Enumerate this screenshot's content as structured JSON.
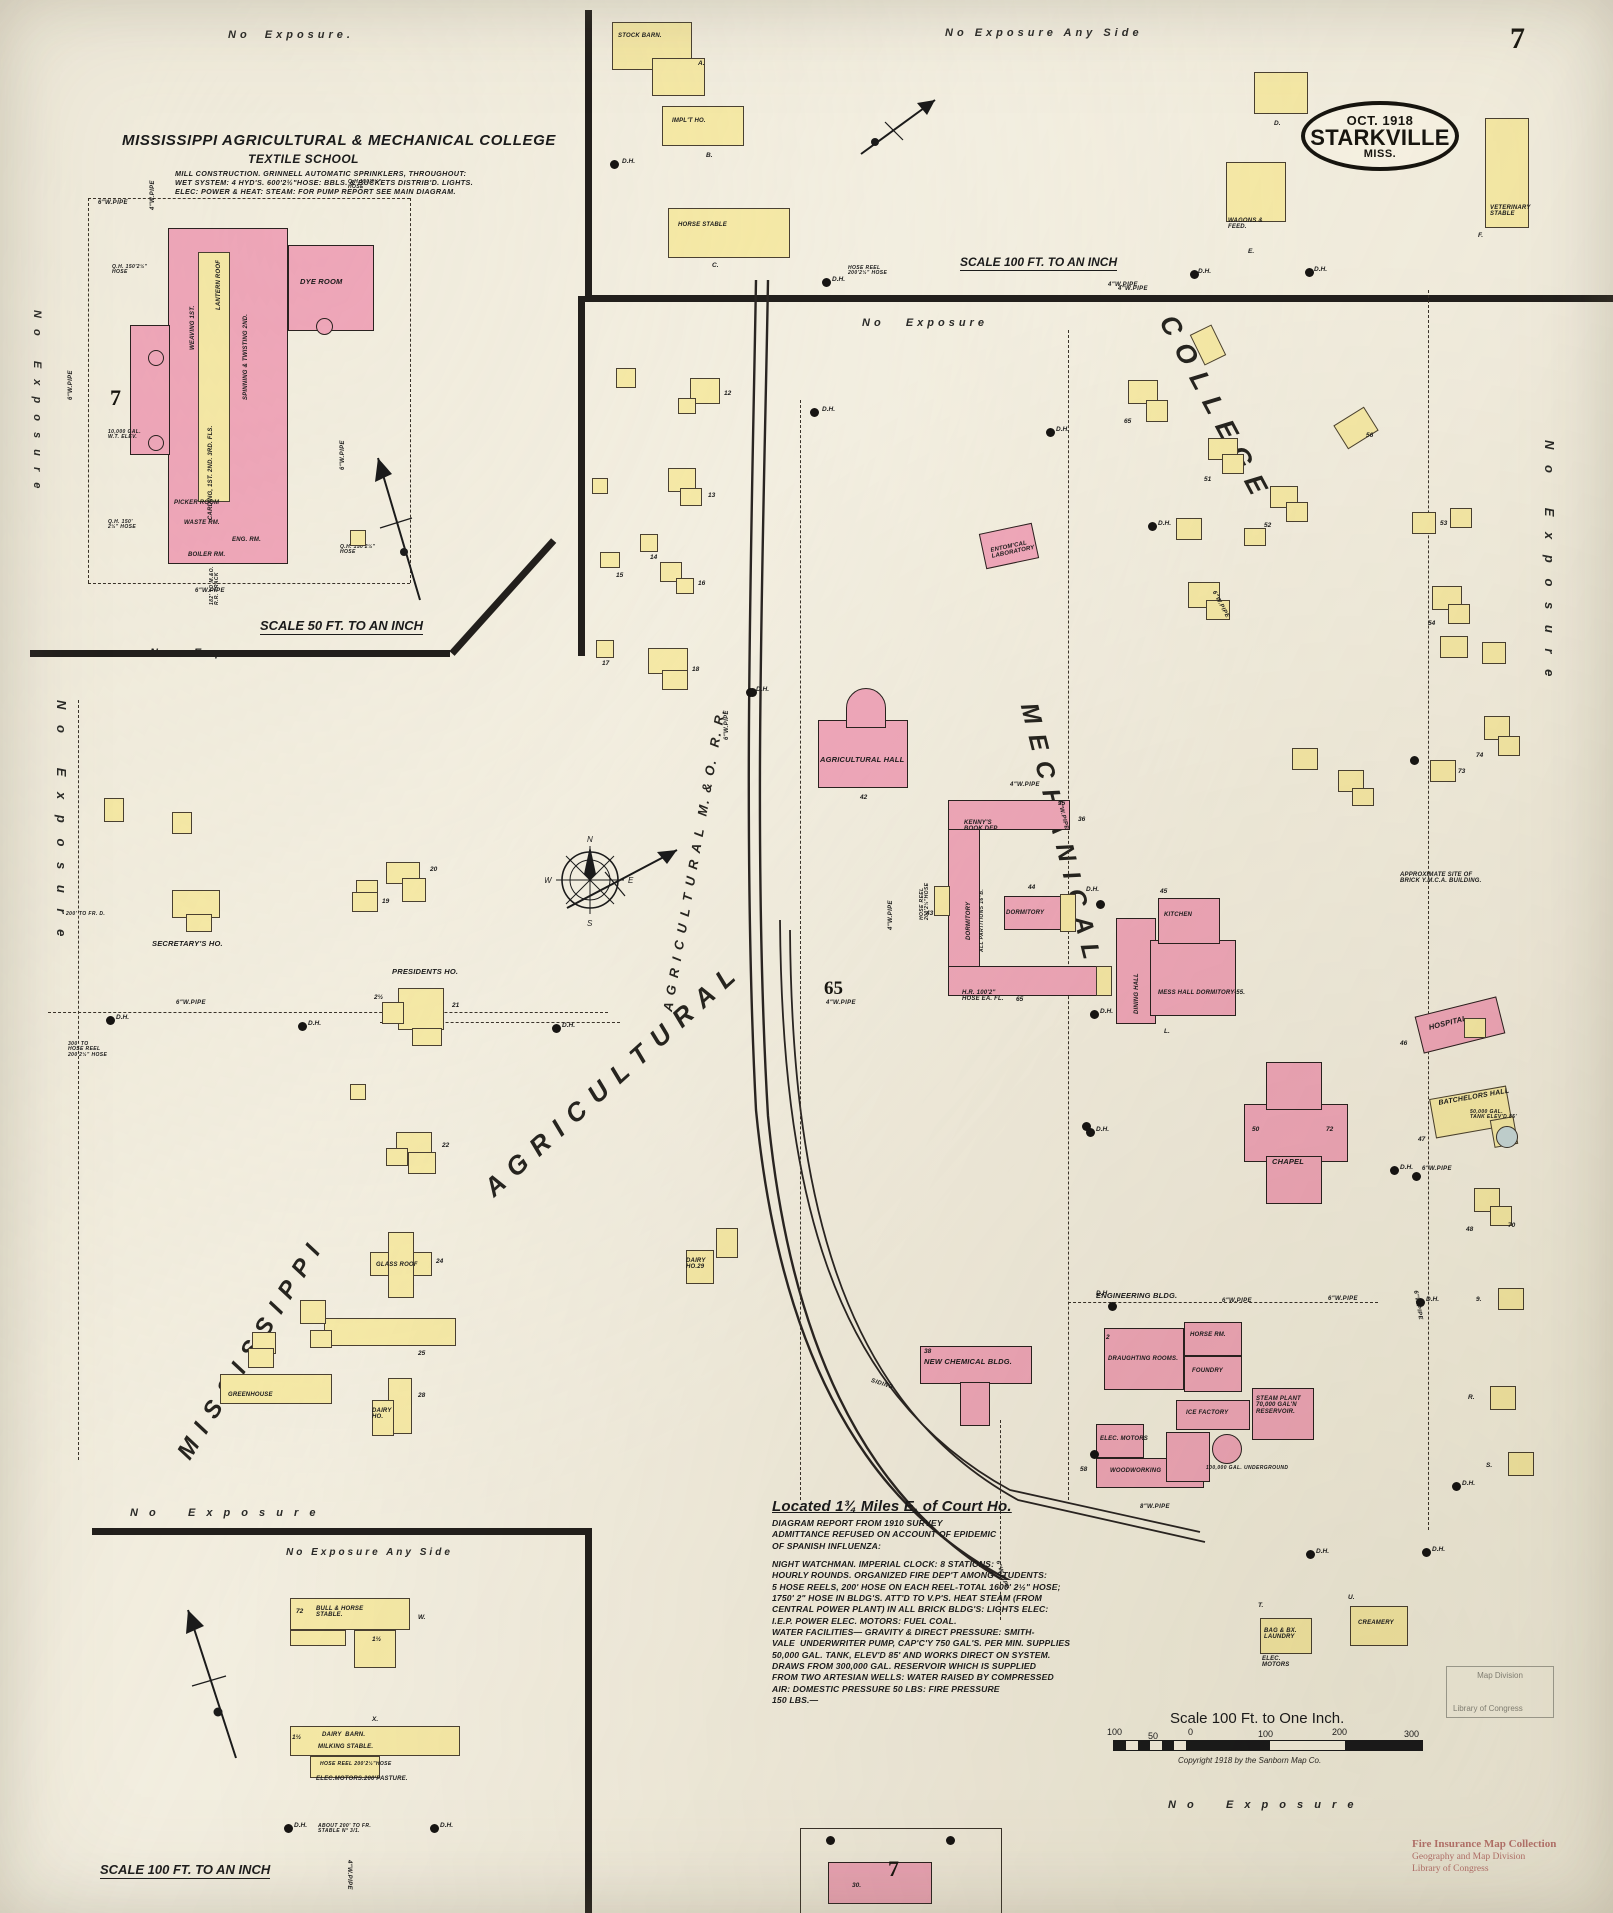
{
  "sheet": {
    "number": "7",
    "number_inset_textile": "7",
    "number_bottom": "7",
    "paper_color": "#f3efe2",
    "pink_color": "#f0a8bc",
    "yellow_color": "#f6eaa8",
    "ink_color": "#1b1b1b"
  },
  "cartouche": {
    "date": "OCT. 1918",
    "city": "STARKVILLE",
    "state": "MISS."
  },
  "textile_inset": {
    "title": "MISSISSIPPI AGRICULTURAL & MECHANICAL COLLEGE",
    "subtitle": "TEXTILE SCHOOL",
    "notes": [
      "MILL CONSTRUCTION. GRINNELL AUTOMATIC SPRINKLERS, THROUGHOUT:",
      "WET SYSTEM: 4 HYD'S. 600'2½\"HOSE: BBLS. & BUCKETS DISTRIB'D. LIGHTS.",
      "ELEC: POWER & HEAT: STEAM: FOR PUMP REPORT SEE MAIN DIAGRAM."
    ],
    "scale": "SCALE 50 FT. TO AN INCH",
    "rooms": [
      "DYE ROOM",
      "LANTERN ROOF",
      "WEAVING 1ST.",
      "SPINNING & TWISTING 2ND.",
      "CARDING, 1ST. 2ND. 3RD. FLS.",
      "PICKER ROOM",
      "WASTE RM.",
      "ENG. RM.",
      "BOILER RM."
    ],
    "annotations": [
      "4\"W.PIPE",
      "6\"W.PIPE",
      "6\"W.PIPE",
      "6\"W.PIPE",
      "6\"W.PIPE",
      "Q.H. 150'2½\" HOSE",
      "Q.H. 150'2½\" HOSE",
      "Q.H. 150'2½\" HOSE",
      "10,000 GAL. W.T. ELEV.",
      "182' TO M.&O. R.R. TRACK"
    ],
    "exposure_top": "No  Exposure.",
    "exposure_bottom": "No   Exposure"
  },
  "top_inset": {
    "scale": "SCALE 100 FT. TO AN INCH",
    "exposure": "No Exposure Any Side",
    "buildings": [
      {
        "label": "STOCK BARN.",
        "key": "A."
      },
      {
        "label": "IMPL'T HO.",
        "key": "B."
      },
      {
        "label": "HORSE STABLE",
        "key": "C."
      },
      {
        "label": "WAGONS & FEED.",
        "key": "E."
      },
      {
        "label": "VETERINARY STABLE",
        "key": "F."
      },
      {
        "label": "D.",
        "key": "D."
      }
    ],
    "annotations": [
      "D.H.",
      "D.H.",
      "D.H.",
      "D.H.",
      "HOSE REEL 200'2½\" HOSE",
      "4\"W.PIPE"
    ]
  },
  "dairy_inset": {
    "scale": "SCALE 100 FT. TO AN INCH",
    "exposure_top": "No    Exposure",
    "exposure_sub": "No Exposure Any Side",
    "buildings": [
      {
        "label": "BULL & HORSE STABLE.",
        "key": "W."
      },
      {
        "label": "DAIRY BARN.",
        "key": "X."
      },
      {
        "label": "MILKING STABLE.",
        "key": ""
      },
      {
        "label": "ELEC. MOTORS. 200' PASTURE.",
        "key": ""
      }
    ],
    "annotations": [
      "HOSE REEL 200'2½\"HOSE",
      "ABOUT 200' TO FR. STABLE N° 3/1.",
      "D.H.",
      "D.H."
    ]
  },
  "report": {
    "heading": "Located 1¾ Miles E. of Court Ho.",
    "lines": [
      "DIAGRAM REPORT FROM 1910 SURVEY",
      "ADMITTANCE REFUSED ON ACCOUNT OF EPIDEMIC",
      "OF SPANISH INFLUENZA:",
      "",
      "NIGHT WATCHMAN. IMPERIAL CLOCK: 8 STATIONS:",
      "HOURLY ROUNDS. ORGANIZED FIRE DEP'T AMONG STUDENTS:",
      "5 HOSE REELS, 200' HOSE ON EACH REEL-TOTAL 1600' 2½\" HOSE;",
      "1750' 2\" HOSE IN BLDG'S. ATT'D TO V.P'S. HEAT STEAM (FROM",
      "CENTRAL POWER PLANT) IN ALL BRICK BLDG'S: LIGHTS ELEC:",
      "I.E.P. POWER ELEC. MOTORS: FUEL COAL.",
      "WATER FACILITIES— GRAVITY & DIRECT PRESSURE: SMITH-",
      "VALE  UNDERWRITER PUMP, CAP'C'Y 750 GAL'S. PER MIN. SUPPLIES",
      "50,000 GAL. TANK, ELEV'D 85' AND WORKS DIRECT ON SYSTEM.",
      "DRAWS FROM 300,000 GAL. RESERVOIR WHICH IS SUPPLIED",
      "FROM TWO ARTESIAN WELLS: WATER RAISED BY COMPRESSED",
      "AIR: DOMESTIC PRESSURE 50 LBS: FIRE PRESSURE",
      "150 LBS.—"
    ]
  },
  "main_scale": {
    "title": "Scale 100 Ft. to One Inch.",
    "ticks": [
      "100",
      "50",
      "0",
      "100",
      "200",
      "300"
    ],
    "copyright": "Copyright 1918 by the Sanborn Map Co."
  },
  "stamps": {
    "map_division": [
      "Map  Division",
      "Library of Congress"
    ],
    "red": [
      "Fire Insurance Map Collection",
      "Geography and Map Division",
      "Library of Congress"
    ]
  },
  "street_words": [
    {
      "text": "C O L L E G E",
      "name": "college-street"
    },
    {
      "text": "M E C H A N I C A L",
      "name": "mechanical-street"
    },
    {
      "text": "A G R I C U L T U R A L",
      "name": "agricultural-street"
    },
    {
      "text": "M I S S I S S I P P I",
      "name": "mississippi-street"
    },
    {
      "text": "AGRICULTURAL M.&O. R.R.",
      "name": "railroad-label"
    }
  ],
  "exposure_notes": [
    "No   Exposure",
    "No Exposure Any Side",
    "N o    E x p o s u r e",
    "N o   E x p o s u r e",
    "N o   E x p o s u r e",
    "No   Exposure"
  ],
  "named_buildings": [
    {
      "name": "agricultural-hall",
      "label": "AGRICULTURAL HALL",
      "block": "42"
    },
    {
      "name": "dormitory-main",
      "label": "DORMITORY",
      "sub": "ALL PARTITIONS 16\"B.",
      "block": "43"
    },
    {
      "name": "dormitory-44",
      "label": "DORMITORY",
      "block": "44"
    },
    {
      "name": "dining-hall",
      "label": "DINING HALL",
      "block": ""
    },
    {
      "name": "mess-hall-dormitory",
      "label": "MESS HALL DORMITORY-55.",
      "block": "45"
    },
    {
      "name": "hospital",
      "label": "HOSPITAL",
      "block": "46"
    },
    {
      "name": "batchelors-hall",
      "label": "BATCHELORS HALL",
      "block": "47"
    },
    {
      "name": "chapel",
      "label": "CHAPEL",
      "block": ""
    },
    {
      "name": "new-chemical-bldg",
      "label": "NEW CHEMICAL BLDG.",
      "block": "38"
    },
    {
      "name": "engineering-bldg",
      "label": "ENGINEERING BLDG.",
      "block": ""
    },
    {
      "name": "draughting-rooms",
      "label": "DRAUGHTING ROOMS.",
      "block": ""
    },
    {
      "name": "horse-rm",
      "label": "HORSE RM.",
      "block": ""
    },
    {
      "name": "foundry",
      "label": "FOUNDRY",
      "block": ""
    },
    {
      "name": "ice-factory",
      "label": "ICE FACTORY",
      "block": ""
    },
    {
      "name": "steam-plant",
      "label": "STEAM PLANT 70,000 GAL'N RESERVOIR",
      "block": ""
    },
    {
      "name": "woodworking",
      "label": "WOODWORKING",
      "block": "58"
    },
    {
      "name": "elec-motors",
      "label": "ELEC. MOTORS",
      "block": ""
    },
    {
      "name": "100000-gal-reservoir",
      "label": "100,000 GAL. UNDERGROUND",
      "block": ""
    },
    {
      "name": "entomological-laboratory",
      "label": "ENTOMOLOGICAL LABORATORY",
      "block": ""
    },
    {
      "name": "secretarys-ho",
      "label": "SECRETARY'S HO.",
      "block": ""
    },
    {
      "name": "presidents-ho",
      "label": "PRESIDENTS HO.",
      "block": ""
    },
    {
      "name": "dairy-ho",
      "label": "DAIRY HO.",
      "block": ""
    },
    {
      "name": "laundry",
      "label": "LAUNDRY",
      "block": "T."
    },
    {
      "name": "creamery",
      "label": "CREAMERY",
      "block": "U."
    },
    {
      "name": "ymca-site",
      "label": "APPROXIMATE SITE OF BRICK Y.M.C.A. BUILDING.",
      "block": ""
    },
    {
      "name": "block-65",
      "label": "65",
      "block": "65"
    },
    {
      "name": "glass-roof",
      "label": "GLASS ROOF",
      "block": "24"
    },
    {
      "name": "greenhouse",
      "label": "GREENHOUSE",
      "block": ""
    }
  ],
  "water_notes": [
    "4\"W.PIPE",
    "6\"W.PIPE",
    "6\"W.PIPE",
    "4\"W.PIPE",
    "6\"W.PIPE",
    "4\"W.PIPE",
    "6\"W.PIPE",
    "8\"W.PIPE",
    "6\"W.PIPE",
    "200' TO FR. D.",
    "300' TO HOSE REEL 200'2½\" HOSE",
    "HOSE REEL 200' 2½\" HOSE",
    "SIDING"
  ],
  "hydrant_label": "D.H."
}
